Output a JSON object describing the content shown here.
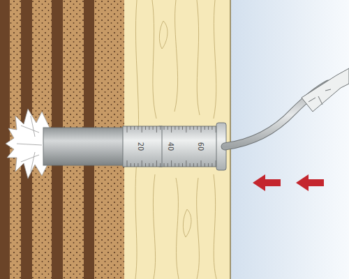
{
  "diagram": {
    "labels": [
      "20",
      "40",
      "60"
    ]
  }
}
